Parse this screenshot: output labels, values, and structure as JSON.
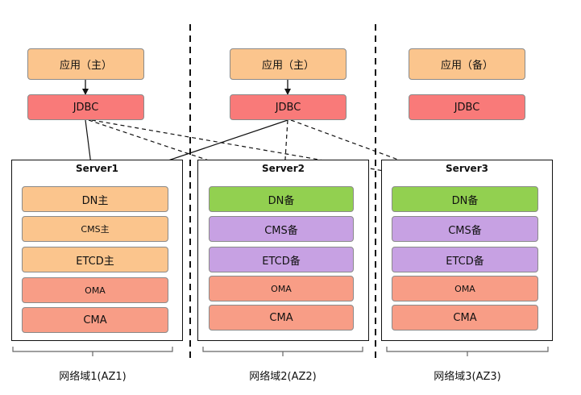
{
  "columns": [
    {
      "app": "应用（主）",
      "jdbc": "JDBC",
      "server": "Server1",
      "components": [
        "DN主",
        "CMS主",
        "ETCD主",
        "OMA",
        "CMA"
      ],
      "az": "网络域1(AZ1)"
    },
    {
      "app": "应用（主）",
      "jdbc": "JDBC",
      "server": "Server2",
      "components": [
        "DN备",
        "CMS备",
        "ETCD备",
        "OMA",
        "CMA"
      ],
      "az": "网络域2(AZ2)"
    },
    {
      "app": "应用（备）",
      "jdbc": "JDBC",
      "server": "Server3",
      "components": [
        "DN备",
        "CMS备",
        "ETCD备",
        "OMA",
        "CMA"
      ],
      "az": "网络域3(AZ3)"
    }
  ],
  "colors": {
    "app": "#fbc58d",
    "jdbc": "#f97a79",
    "primary": "#fbc58d",
    "standby_dn": "#92d050",
    "standby_meta": "#c7a1e3",
    "agent": "#f89d86"
  }
}
